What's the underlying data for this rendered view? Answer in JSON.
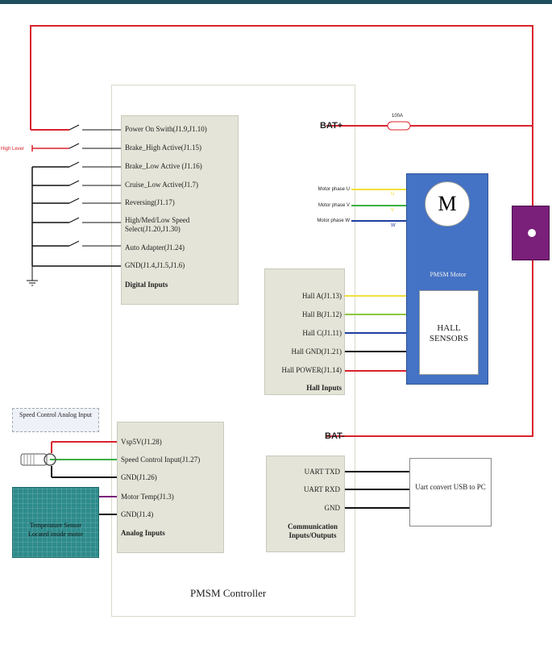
{
  "controller": {
    "title": "PMSM Controller"
  },
  "power": {
    "bat_plus": "BAT+",
    "bat_minus": "BAT-",
    "fuse": "100A",
    "wire_red": "#d9232e"
  },
  "digital_inputs": {
    "title": "Digital Inputs",
    "items": [
      "Power On Swith(J1.9,J1.10)",
      "Brake_High Active(J1.15)",
      "Brake_Low Active (J1.16)",
      "Cruise_Low Active(J1.7)",
      "Reversing(J1.17)",
      "High/Med/Low Speed Select(J1.20,J1.30)",
      "Auto Adapter(J1.24)",
      "GND(J1.4,J1.5,J1.6)"
    ],
    "high_lever": "High Lever"
  },
  "motor": {
    "label": "PMSM Motor",
    "symbol": "M",
    "phases": [
      {
        "label": "Motor phase U",
        "tag": "U",
        "color": "#f2e03a"
      },
      {
        "label": "Motor phase V",
        "tag": "V",
        "color": "#3cb043"
      },
      {
        "label": "Motor phase W",
        "tag": "W",
        "color": "#1f3fa0"
      }
    ]
  },
  "hall_inputs": {
    "title": "Hall Inputs",
    "sensor_label": "HALL SENSORS",
    "items": [
      {
        "label": "Hall A(J1.13)",
        "color": "#f2e03a"
      },
      {
        "label": "Hall B(J1.12)",
        "color": "#8dc63f"
      },
      {
        "label": "Hall C(J1.11)",
        "color": "#1f3fa0"
      },
      {
        "label": "Hall GND(J1.21)",
        "color": "#111111"
      },
      {
        "label": "Hall POWER(J1.14)",
        "color": "#d9232e"
      }
    ]
  },
  "analog_inputs": {
    "title": "Analog Inputs",
    "speed_label": "Speed Control Analog Input",
    "temp_label": "Temperature Sensor Located inside motor",
    "items": [
      "Vsp5V(J1.28)",
      "Speed Control Input(J1.27)",
      "GND(J1.26)",
      "Motor Temp(J1.3)",
      "GND(J1.4)"
    ]
  },
  "communication": {
    "title": "Communication Inputs/Outputs",
    "items": [
      "UART TXD",
      "UART RXD",
      "GND"
    ],
    "usb_label": "Uart convert USB to PC"
  },
  "colors": {
    "motor_blue": "#4472c4",
    "temp_teal": "#2e8b8b",
    "purple": "#7a1f7a",
    "panel_gray": "#e4e4d8"
  }
}
